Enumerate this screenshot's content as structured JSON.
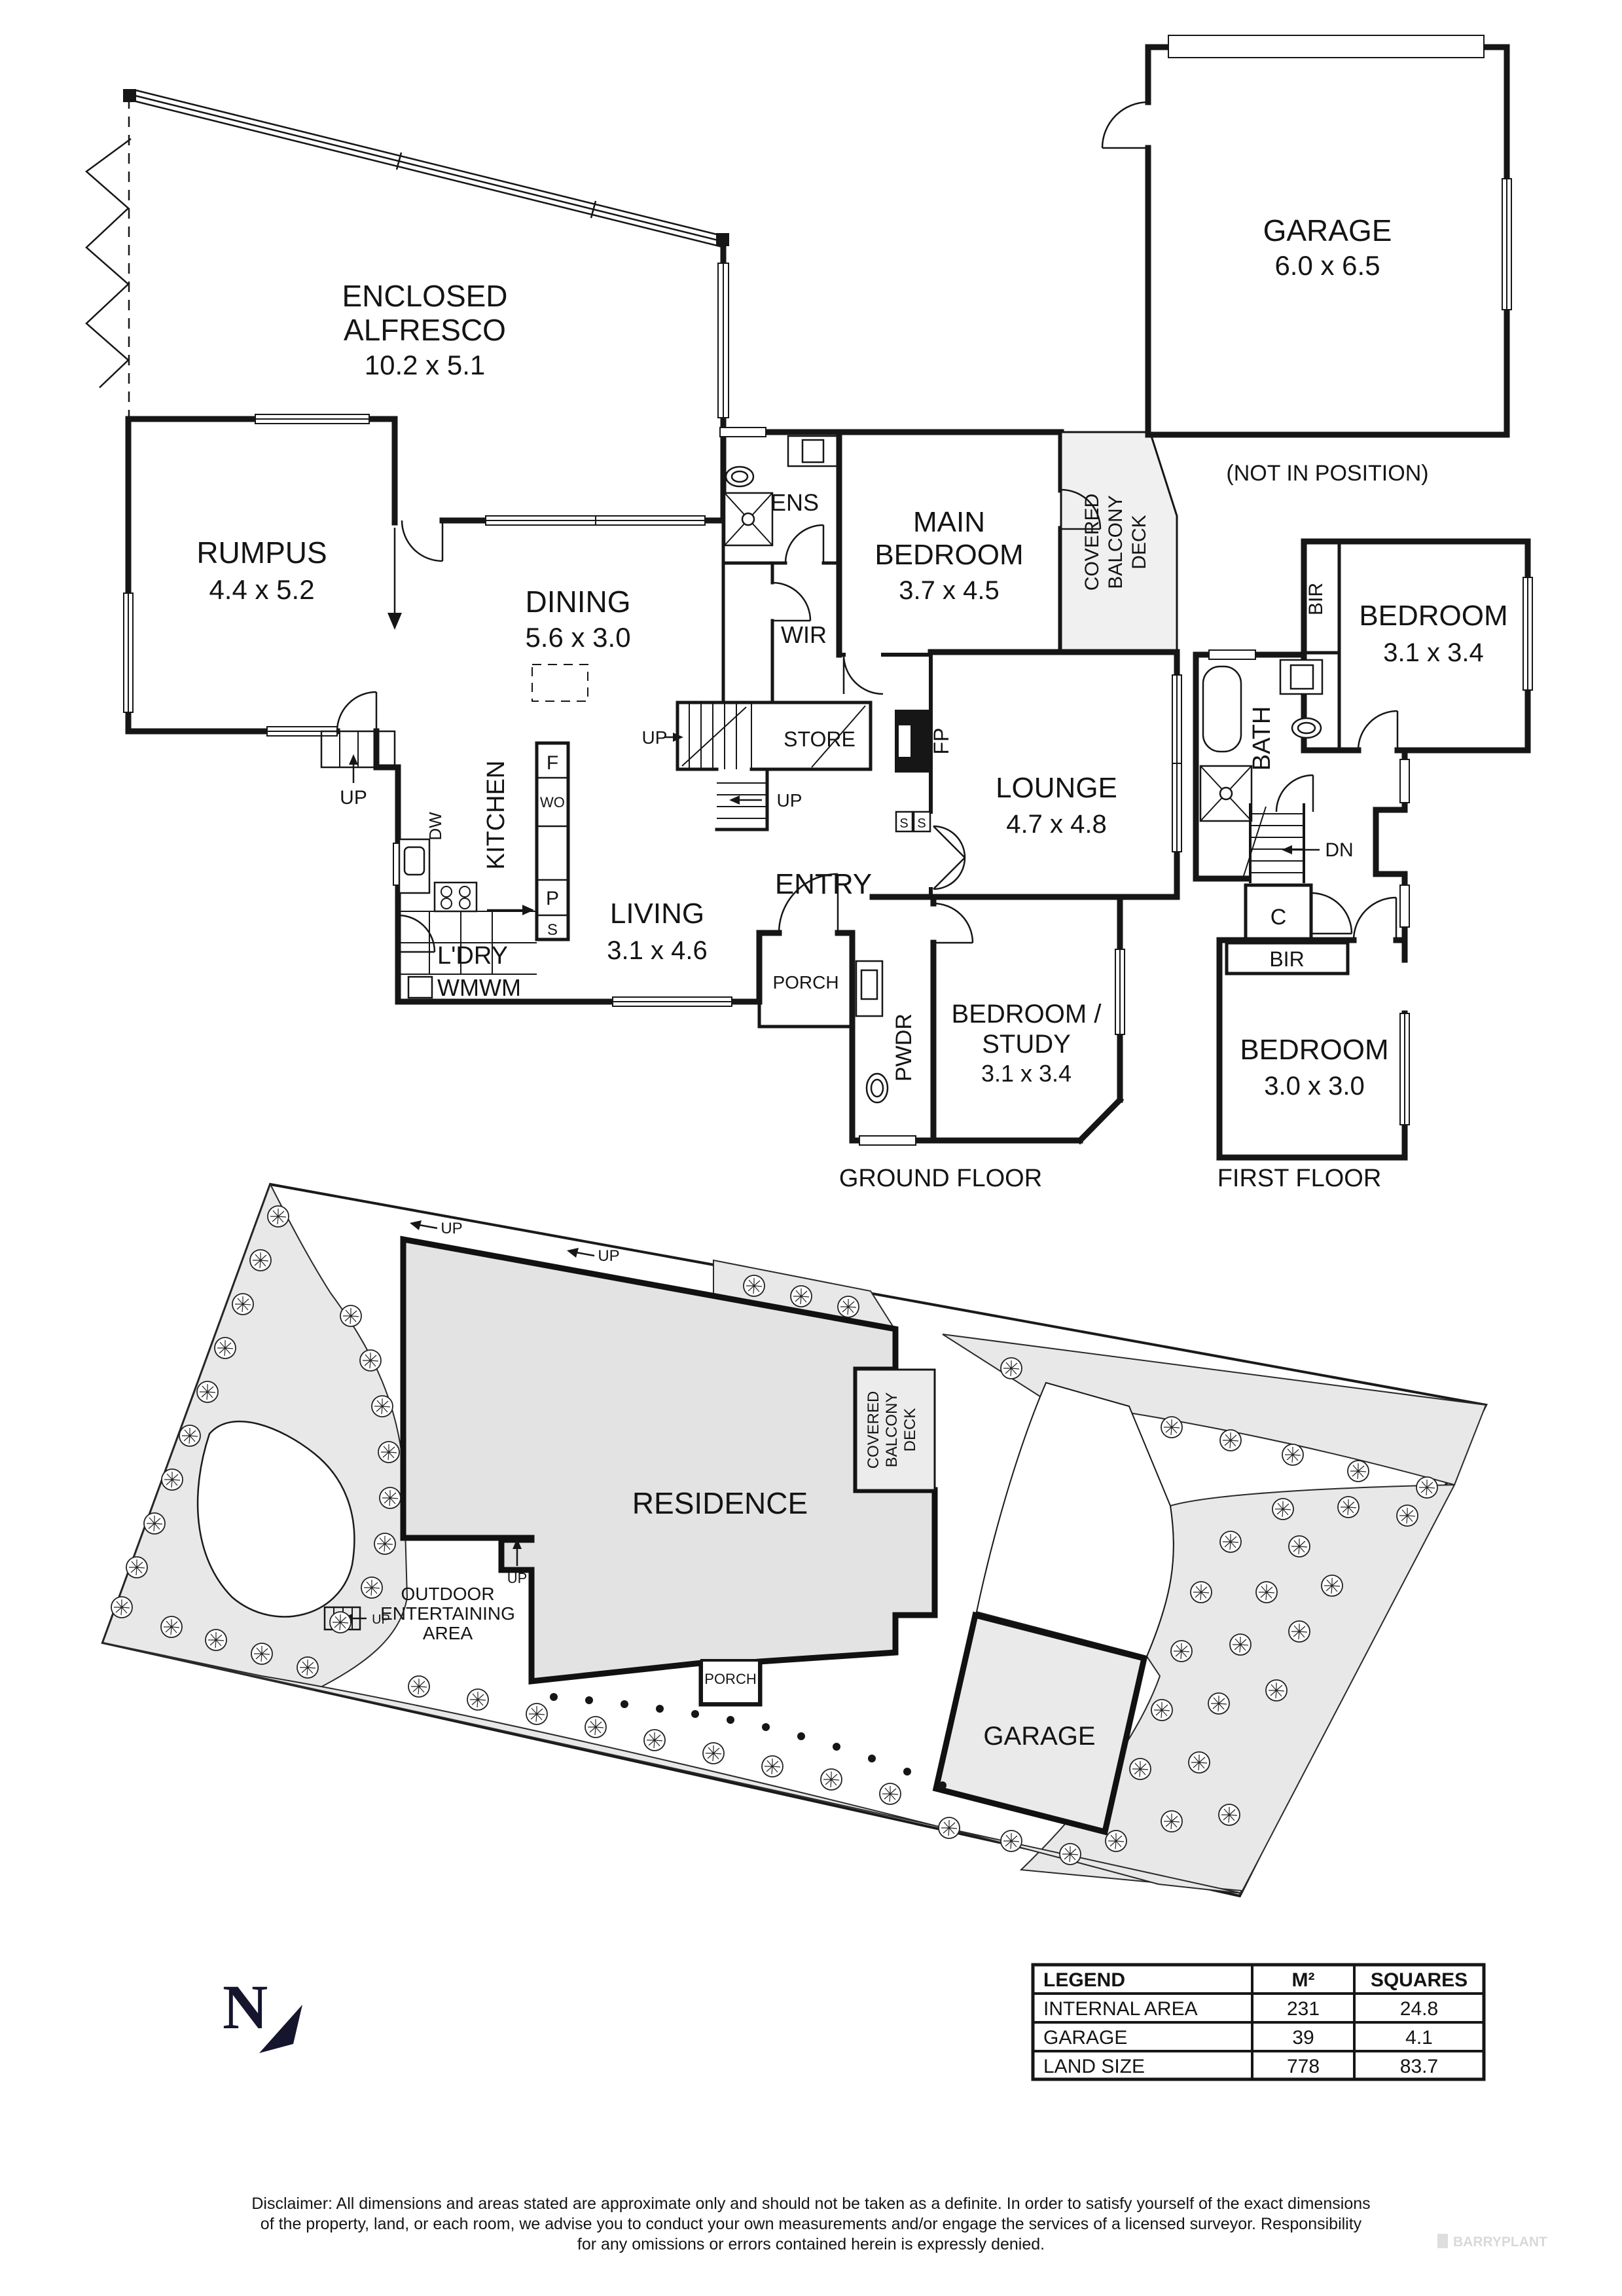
{
  "gf": {
    "label": "GROUND FLOOR",
    "alfresco": {
      "l1": "ENCLOSED",
      "l2": "ALFRESCO",
      "dims": "10.2 x 5.1"
    },
    "rumpus": {
      "name": "RUMPUS",
      "dims": "4.4 x 5.2"
    },
    "dining": {
      "name": "DINING",
      "dims": "5.6 x 3.0"
    },
    "kitchen": {
      "name": "KITCHEN"
    },
    "appliances": {
      "f": "F",
      "wo": "WO",
      "p": "P",
      "s": "S",
      "dw": "DW"
    },
    "laundry": {
      "name": "L'DRY",
      "wm": "WMWM"
    },
    "living": {
      "name": "LIVING",
      "dims": "3.1 x 4.6"
    },
    "entry": {
      "name": "ENTRY"
    },
    "porch": {
      "name": "PORCH"
    },
    "pwdr": {
      "name": "PWDR"
    },
    "bed_study": {
      "l1": "BEDROOM /",
      "l2": "STUDY",
      "dims": "3.1 x 3.4"
    },
    "main_bed": {
      "l1": "MAIN",
      "l2": "BEDROOM",
      "dims": "3.7 x 4.5"
    },
    "ens": {
      "name": "ENS"
    },
    "wir": {
      "name": "WIR"
    },
    "store": {
      "name": "STORE"
    },
    "lounge": {
      "name": "LOUNGE",
      "dims": "4.7 x 4.8"
    },
    "fp": "FP",
    "s": "S",
    "deck": {
      "l1": "COVERED",
      "l2": "BALCONY",
      "l3": "DECK"
    },
    "up": "UP"
  },
  "garage": {
    "name": "GARAGE",
    "dims": "6.0 x 6.5",
    "note": "(NOT IN POSITION)"
  },
  "ff": {
    "label": "FIRST FLOOR",
    "bed1": {
      "name": "BEDROOM",
      "dims": "3.1 x 3.4"
    },
    "bed2": {
      "name": "BEDROOM",
      "dims": "3.0 x 3.0"
    },
    "bath": {
      "name": "BATH"
    },
    "bir": "BIR",
    "c": "C",
    "dn": "DN"
  },
  "site": {
    "residence": "RESIDENCE",
    "garage": "GARAGE",
    "porch": "PORCH",
    "deck": {
      "l1": "COVERED",
      "l2": "BALCONY",
      "l3": "DECK"
    },
    "outdoor": {
      "l1": "OUTDOOR",
      "l2": "ENTERTAINING",
      "l3": "AREA"
    },
    "up": "UP",
    "north": "N"
  },
  "legend": {
    "headers": [
      "LEGEND",
      "M²",
      "SQUARES"
    ],
    "rows": [
      [
        "INTERNAL AREA",
        "231",
        "24.8"
      ],
      [
        "GARAGE",
        "39",
        "4.1"
      ],
      [
        "LAND SIZE",
        "778",
        "83.7"
      ]
    ]
  },
  "disclaimer": {
    "l1": "Disclaimer: All dimensions and areas stated are approximate only and should not be taken as a definite. In order to satisfy yourself of the exact dimensions",
    "l2": "of the property, land, or each room, we advise you to conduct your own measurements and/or engage the services of a licensed surveyor. Responsibility",
    "l3": "for any omissions or errors contained herein is expressly denied."
  },
  "watermark": "BARRYPLANT"
}
